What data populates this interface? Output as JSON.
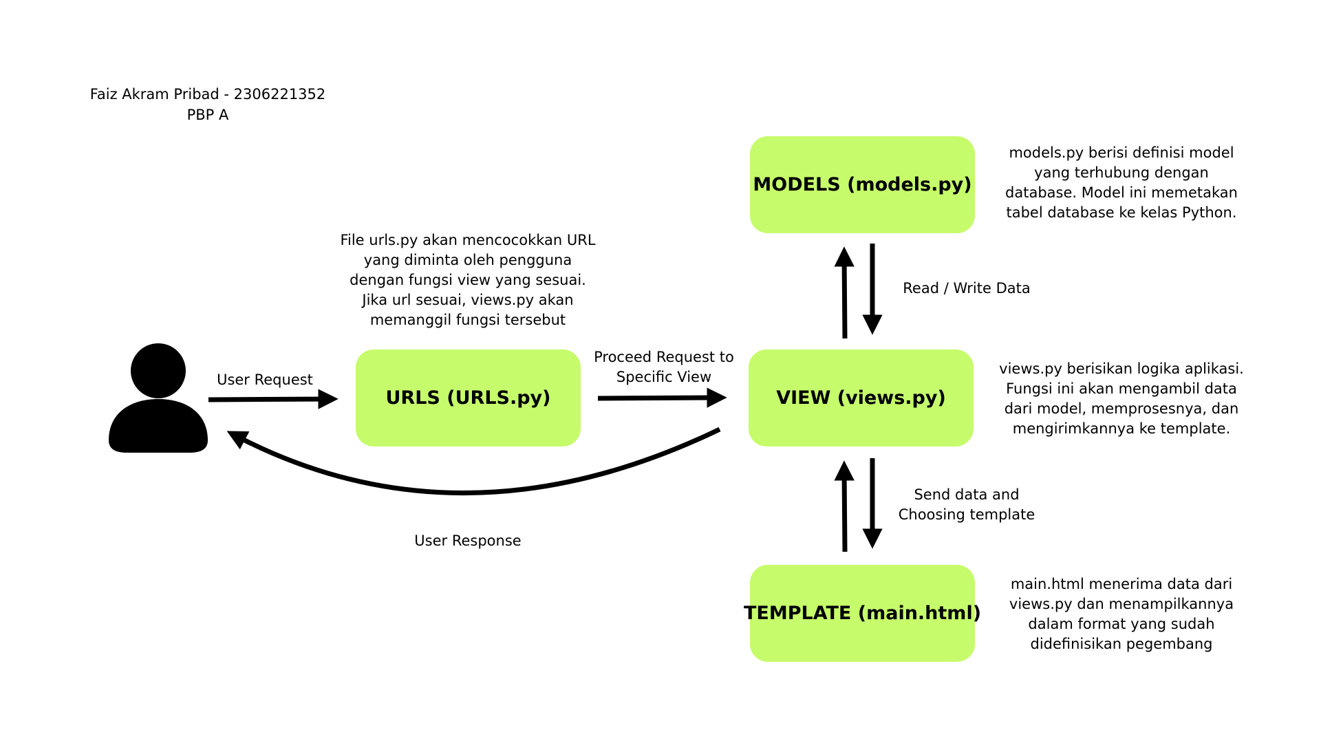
{
  "author": {
    "name_line": "Faiz Akram Pribad - 2306221352",
    "class_line": "PBP A"
  },
  "boxes": {
    "models": "MODELS (models.py)",
    "urls": "URLS (URLS.py)",
    "view": "VIEW (views.py)",
    "template": "TEMPLATE (main.html)"
  },
  "descriptions": {
    "urls": [
      "File urls.py akan mencocokkan URL",
      "yang diminta oleh pengguna",
      "dengan fungsi view yang sesuai.",
      "Jika url sesuai, views.py akan",
      "memanggil fungsi tersebut"
    ],
    "models": [
      "models.py berisi definisi model",
      "yang terhubung dengan",
      "database. Model ini memetakan",
      "tabel database ke kelas Python."
    ],
    "view": [
      "views.py berisikan logika aplikasi.",
      "Fungsi ini akan mengambil data",
      "dari model, memprosesnya, dan",
      "mengirimkannya ke template."
    ],
    "template": [
      "main.html menerima data dari",
      "views.py dan menampilkannya",
      "dalam format yang sudah",
      "didefinisikan pegembang"
    ]
  },
  "arrow_labels": {
    "user_request": "User Request",
    "proceed": [
      "Proceed Request to",
      "Specific View"
    ],
    "read_write": "Read / Write Data",
    "send_data": [
      "Send data and",
      "Choosing template"
    ],
    "user_response": "User Response"
  },
  "colors": {
    "box_fill": "#c6fb6b",
    "text": "#000000",
    "arrow": "#000000"
  },
  "icons": {
    "user": "user-silhouette-icon"
  }
}
